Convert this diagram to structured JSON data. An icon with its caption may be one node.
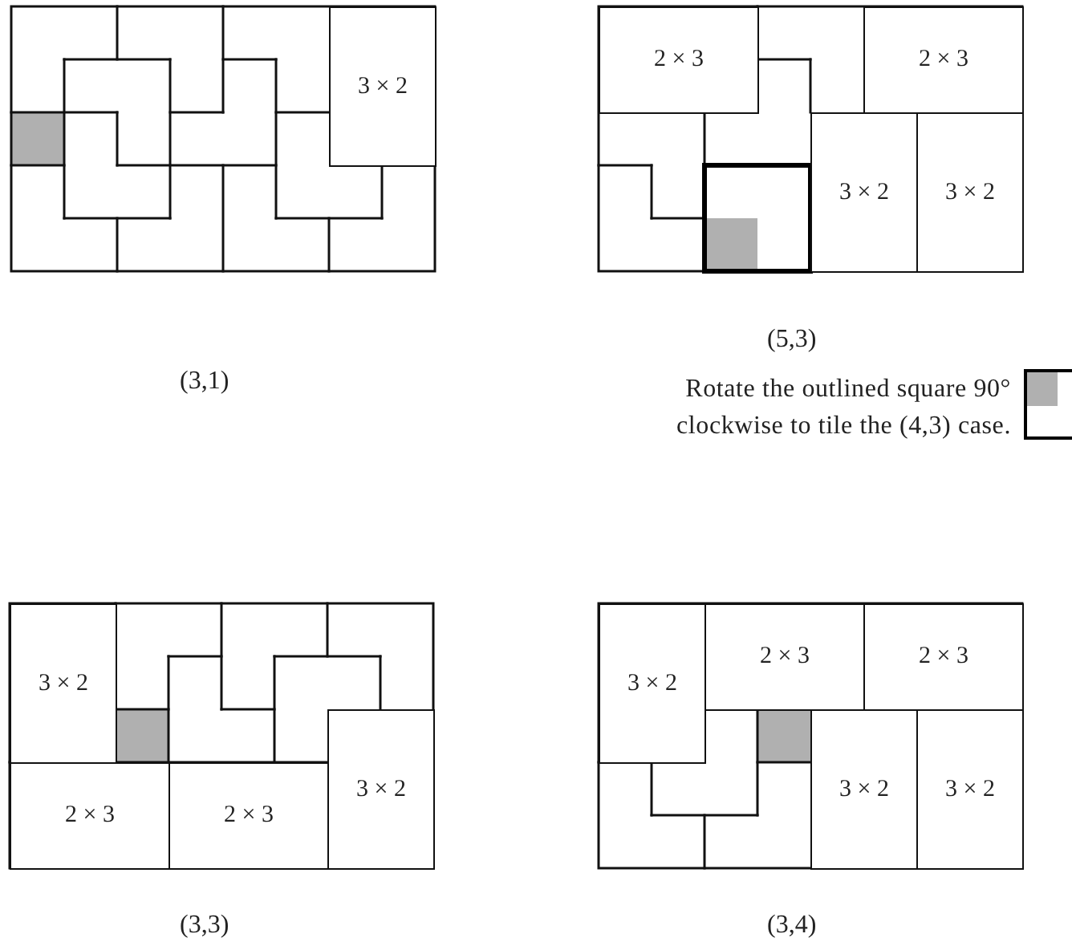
{
  "diagram": {
    "nodes": [
      {
        "text": [
          "3 × 2"
        ]
      },
      {
        "text": [
          "2 × 3"
        ]
      },
      {
        "text": [
          "2 × 3"
        ]
      },
      {
        "text": [
          "3 × 2"
        ]
      },
      {
        "text": [
          "3 × 2"
        ]
      },
      {
        "text": [
          "3 × 2"
        ]
      },
      {
        "text": [
          "2 × 3"
        ]
      },
      {
        "text": [
          "2 × 3"
        ]
      },
      {
        "text": [
          "3 × 2"
        ]
      },
      {
        "text": [
          "3 × 2"
        ]
      },
      {
        "text": [
          "2 × 3"
        ]
      },
      {
        "text": [
          "2 × 3"
        ]
      },
      {
        "text": [
          "3 × 2"
        ]
      },
      {
        "text": [
          "3 × 2"
        ]
      }
    ],
    "edges": [],
    "labels": [
      "(3,1)",
      "(5,3)",
      "Rotate the outlined square 90° clockwise to tile the (4,3) case.",
      "(3,3)",
      "(3,4)"
    ]
  }
}
